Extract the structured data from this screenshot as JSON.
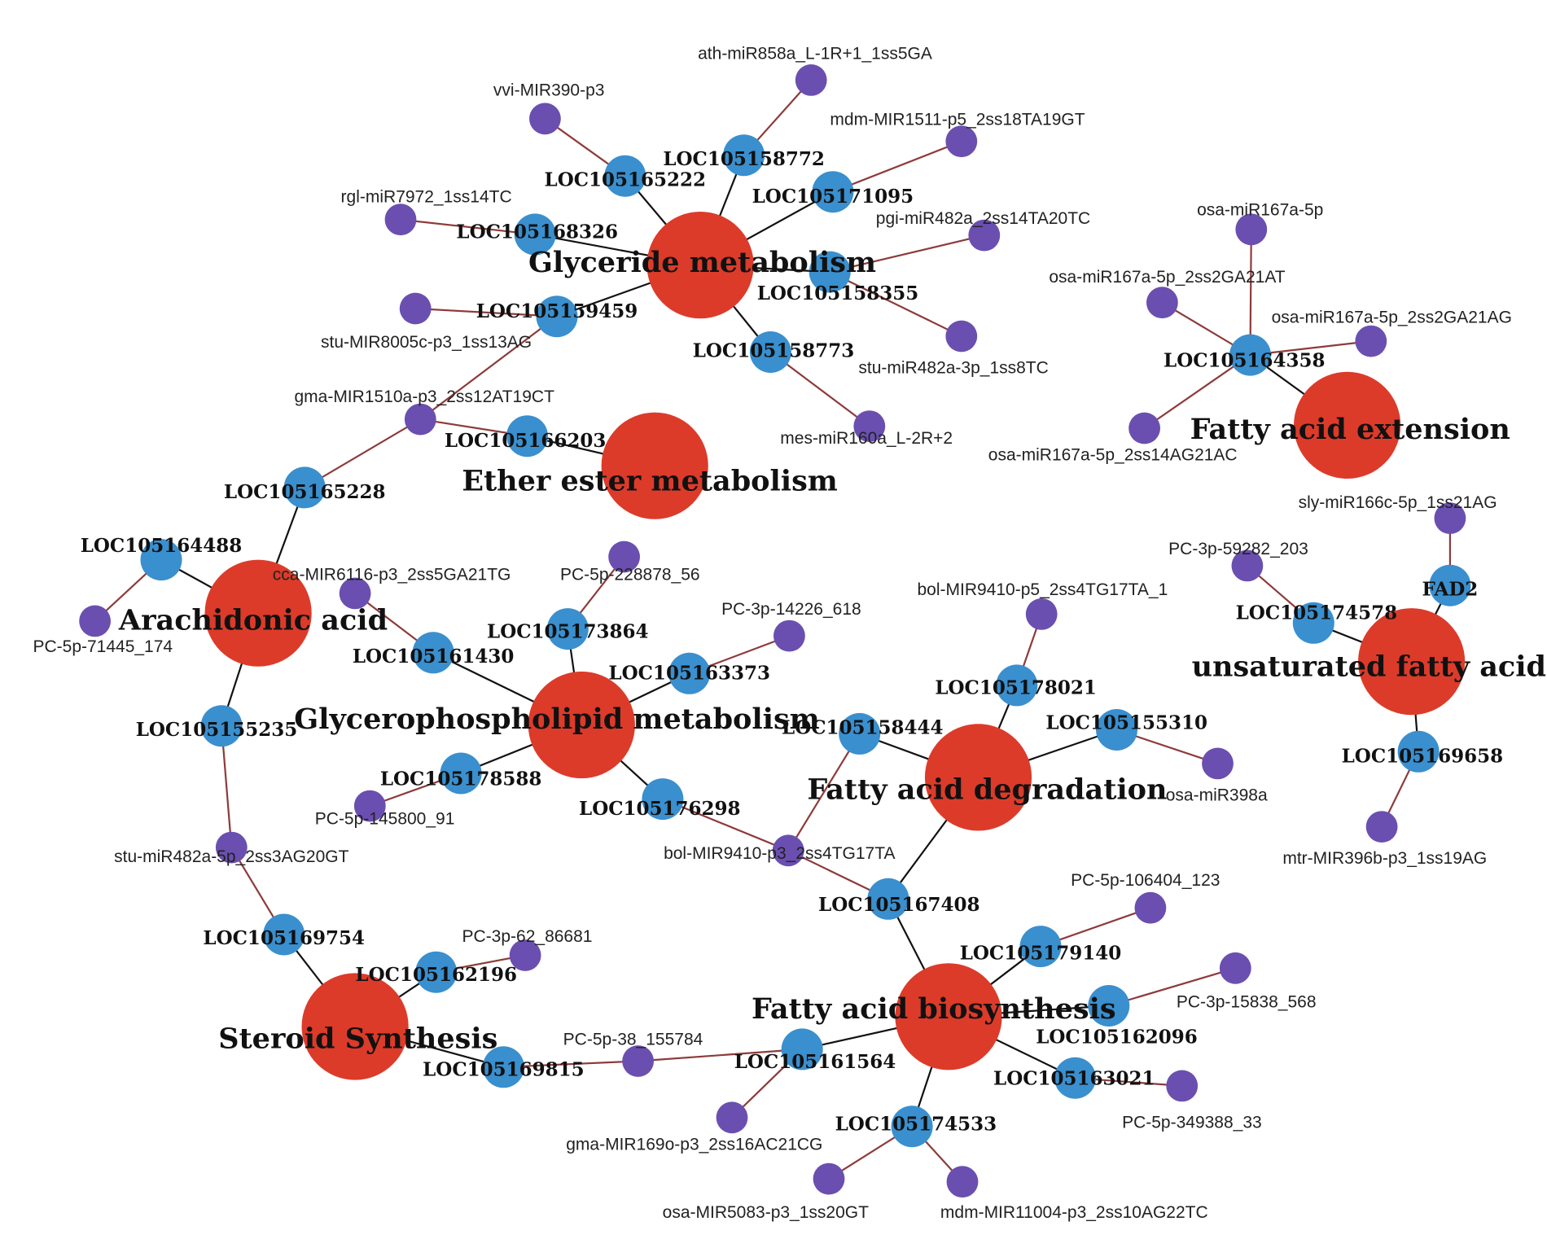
{
  "pathways": [
    {
      "id": "P1",
      "label": "Glyceride metabolism"
    },
    {
      "id": "P2",
      "label": "Ether ester metabolism"
    },
    {
      "id": "P3",
      "label": "Arachidonic acid"
    },
    {
      "id": "P4",
      "label": "Glycerophospholipid metabolism"
    },
    {
      "id": "P5",
      "label": "Fatty acid degradation"
    },
    {
      "id": "P6",
      "label": "Fatty acid extension"
    },
    {
      "id": "P7",
      "label": "unsaturated fatty acid"
    },
    {
      "id": "P8",
      "label": "Steroid Synthesis"
    },
    {
      "id": "P9",
      "label": "Fatty acid biosynthesis"
    }
  ],
  "genes": [
    {
      "id": "G1",
      "label": "LOC105158772"
    },
    {
      "id": "G2",
      "label": "LOC105165222"
    },
    {
      "id": "G3",
      "label": "LOC105171095"
    },
    {
      "id": "G4",
      "label": "LOC105168326"
    },
    {
      "id": "G5",
      "label": "LOC105158355"
    },
    {
      "id": "G6",
      "label": "LOC105159459"
    },
    {
      "id": "G7",
      "label": "LOC105158773"
    },
    {
      "id": "G8",
      "label": "LOC105166203"
    },
    {
      "id": "G9",
      "label": "LOC105165228"
    },
    {
      "id": "G10",
      "label": "LOC105164488"
    },
    {
      "id": "G11",
      "label": "LOC105161430"
    },
    {
      "id": "G12",
      "label": "LOC105173864"
    },
    {
      "id": "G13",
      "label": "LOC105163373"
    },
    {
      "id": "G14",
      "label": "LOC105155235"
    },
    {
      "id": "G15",
      "label": "LOC105178588"
    },
    {
      "id": "G16",
      "label": "LOC105176298"
    },
    {
      "id": "G17",
      "label": "LOC105178021"
    },
    {
      "id": "G18",
      "label": "LOC105158444"
    },
    {
      "id": "G19",
      "label": "LOC105155310"
    },
    {
      "id": "G20",
      "label": "LOC105164358"
    },
    {
      "id": "G21",
      "label": "FAD2"
    },
    {
      "id": "G22",
      "label": "LOC105174578"
    },
    {
      "id": "G23",
      "label": "LOC105169658"
    },
    {
      "id": "G24",
      "label": "LOC105167408"
    },
    {
      "id": "G25",
      "label": "LOC105169754"
    },
    {
      "id": "G26",
      "label": "LOC105162196"
    },
    {
      "id": "G27",
      "label": "LOC105169815"
    },
    {
      "id": "G28",
      "label": "LOC105161564"
    },
    {
      "id": "G29",
      "label": "LOC105179140"
    },
    {
      "id": "G30",
      "label": "LOC105162096"
    },
    {
      "id": "G31",
      "label": "LOC105163021"
    },
    {
      "id": "G32",
      "label": "LOC105174533"
    }
  ],
  "mirnas": [
    {
      "id": "M1",
      "label": "ath-miR858a_L-1R+1_1ss5GA"
    },
    {
      "id": "M2",
      "label": "vvi-MIR390-p3"
    },
    {
      "id": "M3",
      "label": "mdm-MIR1511-p5_2ss18TA19GT"
    },
    {
      "id": "M4",
      "label": "rgl-miR7972_1ss14TC"
    },
    {
      "id": "M5",
      "label": "pgi-miR482a_2ss14TA20TC"
    },
    {
      "id": "M6",
      "label": "stu-MIR8005c-p3_1ss13AG"
    },
    {
      "id": "M7",
      "label": "stu-miR482a-3p_1ss8TC"
    },
    {
      "id": "M8",
      "label": "gma-MIR1510a-p3_2ss12AT19CT"
    },
    {
      "id": "M9",
      "label": "mes-miR160a_L-2R+2"
    },
    {
      "id": "M10",
      "label": "osa-miR167a-5p"
    },
    {
      "id": "M11",
      "label": "osa-miR167a-5p_2ss2GA21AT"
    },
    {
      "id": "M12",
      "label": "osa-miR167a-5p_2ss2GA21AG"
    },
    {
      "id": "M13",
      "label": "osa-miR167a-5p_2ss14AG21AC"
    },
    {
      "id": "M14",
      "label": "sly-miR166c-5p_1ss21AG"
    },
    {
      "id": "M15",
      "label": "PC-3p-59282_203"
    },
    {
      "id": "M16",
      "label": "cca-MIR6116-p3_2ss5GA21TG"
    },
    {
      "id": "M17",
      "label": "PC-5p-228878_56"
    },
    {
      "id": "M18",
      "label": "PC-5p-71445_174"
    },
    {
      "id": "M19",
      "label": "bol-MIR9410-p5_2ss4TG17TA_1"
    },
    {
      "id": "M20",
      "label": "PC-3p-14226_618"
    },
    {
      "id": "M21",
      "label": "osa-miR398a"
    },
    {
      "id": "M22",
      "label": "PC-5p-145800_91"
    },
    {
      "id": "M23",
      "label": "mtr-MIR396b-p3_1ss19AG"
    },
    {
      "id": "M24",
      "label": "stu-miR482a-5p_2ss3AG20GT"
    },
    {
      "id": "M25",
      "label": "bol-MIR9410-p3_2ss4TG17TA"
    },
    {
      "id": "M26",
      "label": "PC-5p-106404_123"
    },
    {
      "id": "M27",
      "label": "PC-3p-62_86681"
    },
    {
      "id": "M28",
      "label": "PC-3p-15838_568"
    },
    {
      "id": "M29",
      "label": "PC-5p-38_155784"
    },
    {
      "id": "M30",
      "label": "PC-5p-349388_33"
    },
    {
      "id": "M31",
      "label": "gma-MIR169o-p3_2ss16AC21CG"
    },
    {
      "id": "M32",
      "label": "osa-MIR5083-p3_1ss20GT"
    },
    {
      "id": "M33",
      "label": "mdm-MIR11004-p3_2ss10AG22TC"
    }
  ],
  "colors": {
    "pathway": "#dc3b2a",
    "gene": "#3a8fce",
    "mirna": "#6a4fb0",
    "gene_edge": "#111111",
    "mirna_edge": "#8e3a3a"
  },
  "edges": [
    [
      "P1",
      "G1"
    ],
    [
      "P1",
      "G2"
    ],
    [
      "P1",
      "G3"
    ],
    [
      "P1",
      "G4"
    ],
    [
      "P1",
      "G5"
    ],
    [
      "P1",
      "G6"
    ],
    [
      "P1",
      "G7"
    ],
    [
      "P2",
      "G8"
    ],
    [
      "P3",
      "G9"
    ],
    [
      "P3",
      "G10"
    ],
    [
      "P3",
      "G14"
    ],
    [
      "P4",
      "G11"
    ],
    [
      "P4",
      "G12"
    ],
    [
      "P4",
      "G13"
    ],
    [
      "P4",
      "G15"
    ],
    [
      "P4",
      "G16"
    ],
    [
      "P5",
      "G17"
    ],
    [
      "P5",
      "G18"
    ],
    [
      "P5",
      "G19"
    ],
    [
      "P5",
      "G24"
    ],
    [
      "P6",
      "G20"
    ],
    [
      "P7",
      "G21"
    ],
    [
      "P7",
      "G22"
    ],
    [
      "P7",
      "G23"
    ],
    [
      "P8",
      "G25"
    ],
    [
      "P8",
      "G26"
    ],
    [
      "P8",
      "G27"
    ],
    [
      "P9",
      "G24"
    ],
    [
      "P9",
      "G28"
    ],
    [
      "P9",
      "G29"
    ],
    [
      "P9",
      "G30"
    ],
    [
      "P9",
      "G31"
    ],
    [
      "P9",
      "G32"
    ],
    [
      "G1",
      "M1"
    ],
    [
      "G2",
      "M2"
    ],
    [
      "G3",
      "M3"
    ],
    [
      "G4",
      "M4"
    ],
    [
      "G5",
      "M5"
    ],
    [
      "G5",
      "M7"
    ],
    [
      "G6",
      "M6"
    ],
    [
      "G6",
      "M8"
    ],
    [
      "G7",
      "M9"
    ],
    [
      "G8",
      "M8"
    ],
    [
      "G9",
      "M8"
    ],
    [
      "G10",
      "M18"
    ],
    [
      "G11",
      "M16"
    ],
    [
      "G12",
      "M17"
    ],
    [
      "G13",
      "M20"
    ],
    [
      "G14",
      "M24"
    ],
    [
      "G25",
      "M24"
    ],
    [
      "G15",
      "M22"
    ],
    [
      "G16",
      "M25"
    ],
    [
      "G18",
      "M25"
    ],
    [
      "G24",
      "M25"
    ],
    [
      "G17",
      "M19"
    ],
    [
      "G19",
      "M21"
    ],
    [
      "G20",
      "M10"
    ],
    [
      "G20",
      "M11"
    ],
    [
      "G20",
      "M12"
    ],
    [
      "G20",
      "M13"
    ],
    [
      "G21",
      "M14"
    ],
    [
      "G22",
      "M15"
    ],
    [
      "G23",
      "M23"
    ],
    [
      "G26",
      "M27"
    ],
    [
      "G27",
      "M29"
    ],
    [
      "G28",
      "M29"
    ],
    [
      "G28",
      "M31"
    ],
    [
      "G29",
      "M26"
    ],
    [
      "G30",
      "M28"
    ],
    [
      "G31",
      "M30"
    ],
    [
      "G32",
      "M32"
    ],
    [
      "G32",
      "M33"
    ]
  ]
}
